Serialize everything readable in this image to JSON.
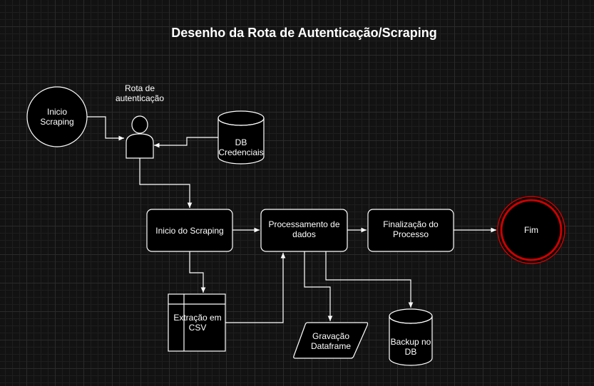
{
  "title": "Desenho da Rota de Autenticação/Scraping",
  "colors": {
    "background": "#121212",
    "stroke": "#ffffff",
    "fill": "#000000",
    "end_ring": "#cc0000"
  },
  "nodes": {
    "inicio_scraping_start": "Inicio Scraping",
    "rota_autenticacao": "Rota de autenticação",
    "db_credenciais": "DB Credenciais",
    "inicio_do_scraping": "Inicio do Scraping",
    "processamento_dados": "Processamento de dados",
    "finalizacao_processo": "Finalização do Processo",
    "fim": "Fim",
    "extracao_csv": "Extração em CSV",
    "gravacao_dataframe": "Gravação Dataframe",
    "backup_db": "Backup no DB"
  },
  "icons": {
    "actor": "user-actor-icon",
    "database": "database-cylinder-icon"
  }
}
